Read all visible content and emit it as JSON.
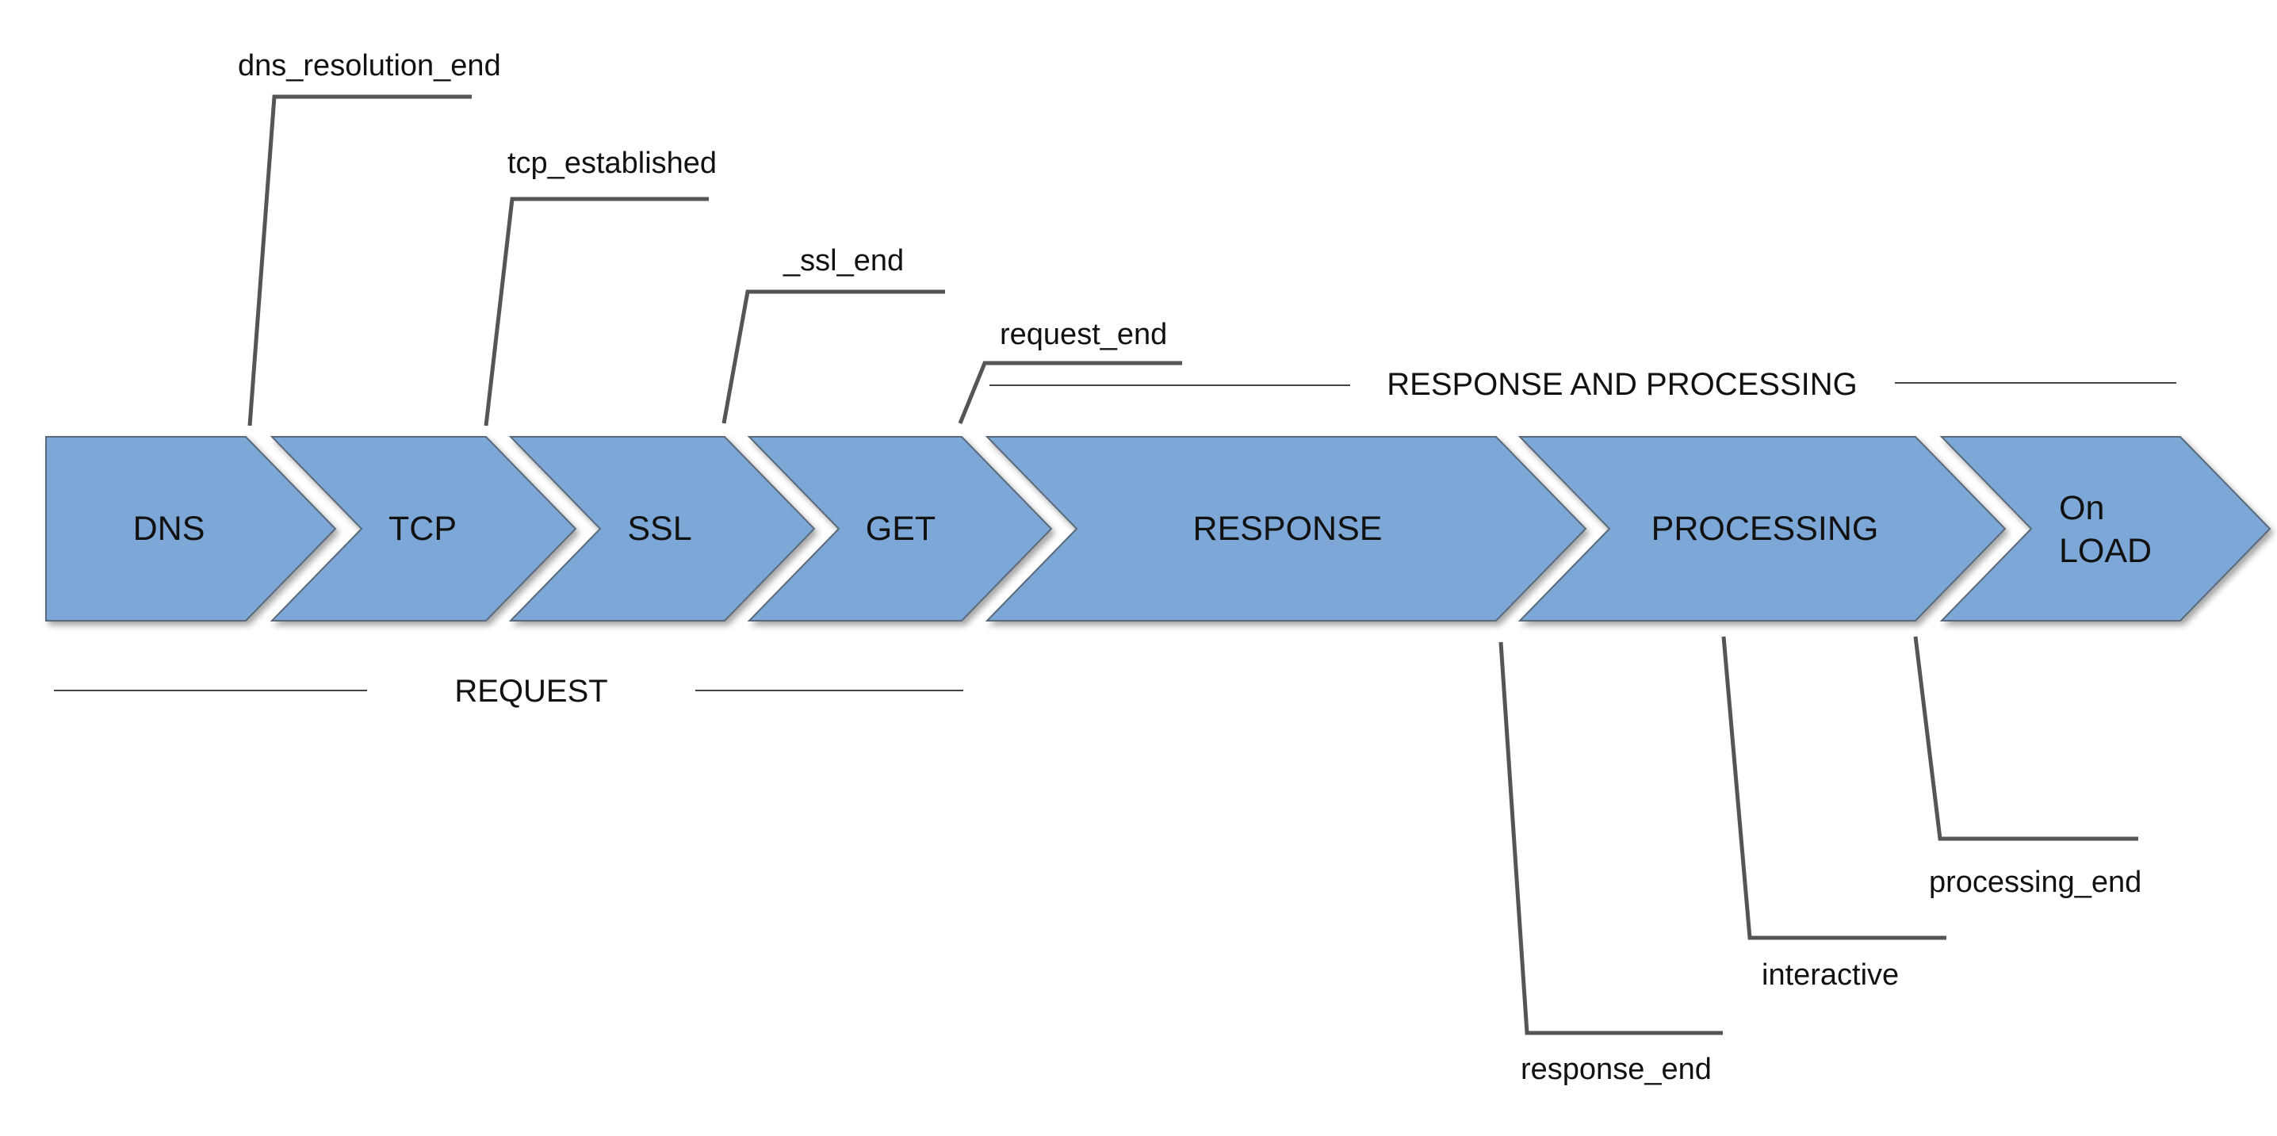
{
  "diagram": {
    "steps": [
      {
        "label": "DNS"
      },
      {
        "label": "TCP"
      },
      {
        "label": "SSL"
      },
      {
        "label": "GET"
      },
      {
        "label": "RESPONSE"
      },
      {
        "label": "PROCESSING"
      },
      {
        "label_line1": "On",
        "label_line2": "LOAD"
      }
    ],
    "sections": {
      "request": "REQUEST",
      "response_processing": "RESPONSE AND PROCESSING"
    },
    "milestones": {
      "dns_resolution_end": "dns_resolution_end",
      "tcp_established": "tcp_established",
      "ssl_end": "_ssl_end",
      "request_end": "request_end",
      "response_end": "response_end",
      "interactive": "interactive",
      "processing_end": "processing_end"
    },
    "colors": {
      "chevron_fill": "#7ba7d7",
      "chevron_stroke": "#5a6a7a",
      "callout_line": "#555555",
      "section_line": "#444444",
      "text": "#111111"
    }
  }
}
